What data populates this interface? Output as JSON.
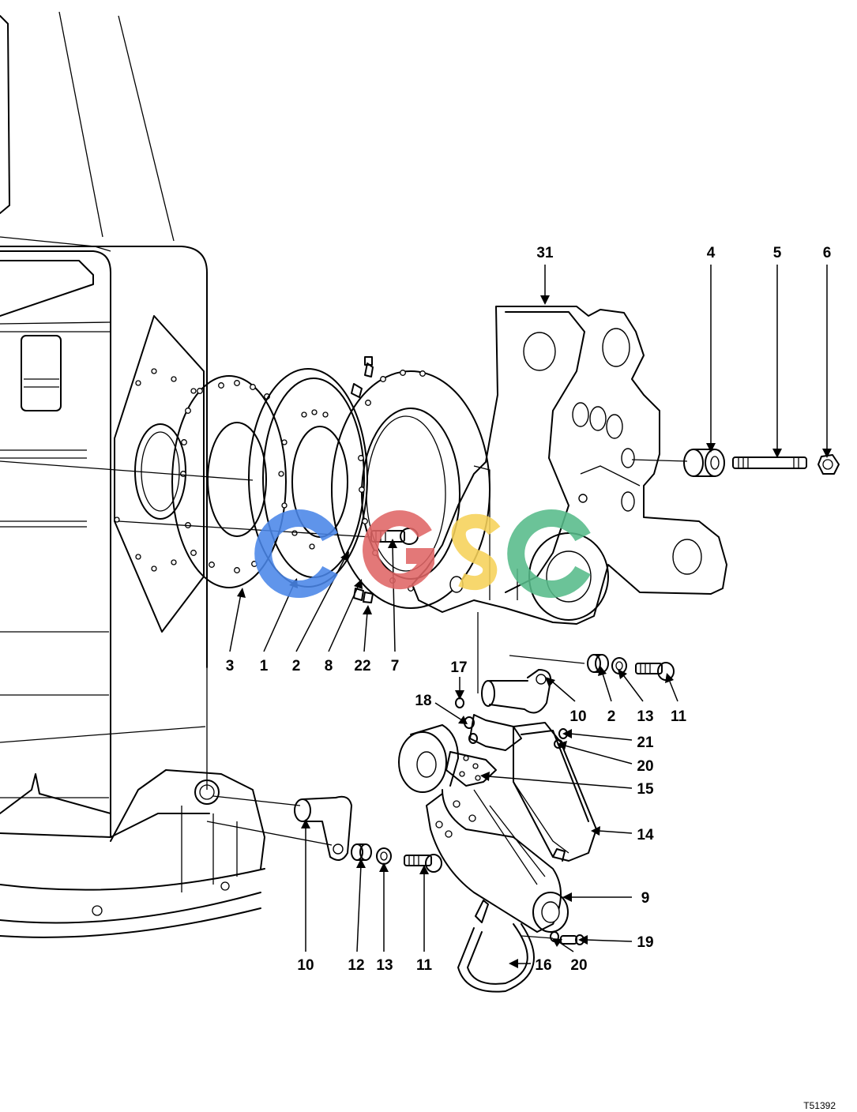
{
  "drawing_ref": "T51392",
  "watermark": {
    "letters": [
      "C",
      "G",
      "S",
      "C"
    ],
    "colors": [
      "#4a86e8",
      "#e06666",
      "#f6d25a",
      "#57bb8a"
    ]
  },
  "callouts": {
    "c31": "31",
    "c4": "4",
    "c5": "5",
    "c6": "6",
    "c3": "3",
    "c1": "1",
    "c2a": "2",
    "c8": "8",
    "c22": "22",
    "c7": "7",
    "c17": "17",
    "c18": "18",
    "c10a": "10",
    "c2b": "2",
    "c13a": "13",
    "c11a": "11",
    "c21": "21",
    "c20a": "20",
    "c15": "15",
    "c14": "14",
    "c9": "9",
    "c19": "19",
    "c16": "16",
    "c20b": "20",
    "c10b": "10",
    "c12": "12",
    "c13b": "13",
    "c11b": "11"
  }
}
